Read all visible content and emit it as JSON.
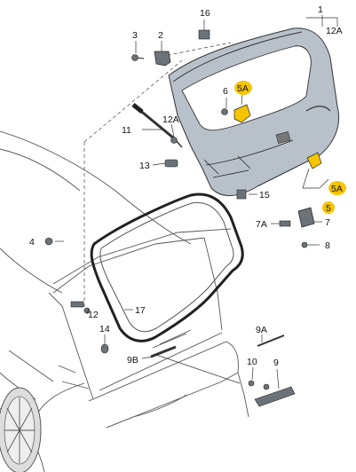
{
  "diagram": {
    "labels": {
      "l1": "1",
      "l12A_top": "12A",
      "l16": "16",
      "l3": "3",
      "l2": "2",
      "l6": "6",
      "l5A_top": "5A",
      "l12A_mid": "12A",
      "l11": "11",
      "l13": "13",
      "l15": "15",
      "l5A_right": "5A",
      "l5": "5",
      "l7": "7",
      "l7A": "7A",
      "l4": "4",
      "l8": "8",
      "l17": "17",
      "l12": "12",
      "l14": "14",
      "l9A": "9A",
      "l9B": "9B",
      "l10": "10",
      "l9": "9"
    },
    "colors": {
      "tailgate": "#b8c1c9",
      "highlight": "#f5c500",
      "parts": "#6b7278"
    }
  }
}
